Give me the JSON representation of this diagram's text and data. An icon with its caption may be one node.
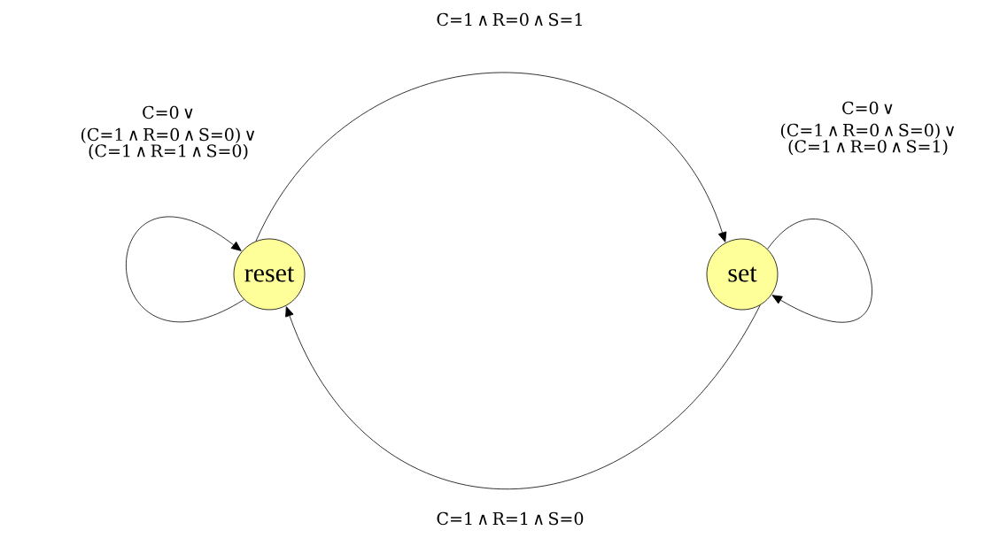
{
  "diagram": {
    "nodes": [
      {
        "text": [
          "reset"
        ]
      },
      {
        "text": [
          "set"
        ]
      }
    ],
    "edges": [
      {
        "from": 0,
        "to": 0,
        "arrow": "to",
        "label": "C=0 ∨ (C=1 ∧ R=0 ∧ S=0) ∨ (C=1 ∧ R=1 ∧ S=0)"
      },
      {
        "from": 0,
        "to": 1,
        "arrow": "to",
        "label": "C=1 ∧ R=0 ∧ S=1"
      },
      {
        "from": 1,
        "to": 1,
        "arrow": "to",
        "label": "C=0 ∨ (C=1 ∧ R=0 ∧ S=0) ∨ (C=1 ∧ R=0 ∧ S=1)"
      },
      {
        "from": 1,
        "to": 0,
        "arrow": "to",
        "label": "C=1 ∧ R=1 ∧ S=0"
      }
    ]
  }
}
